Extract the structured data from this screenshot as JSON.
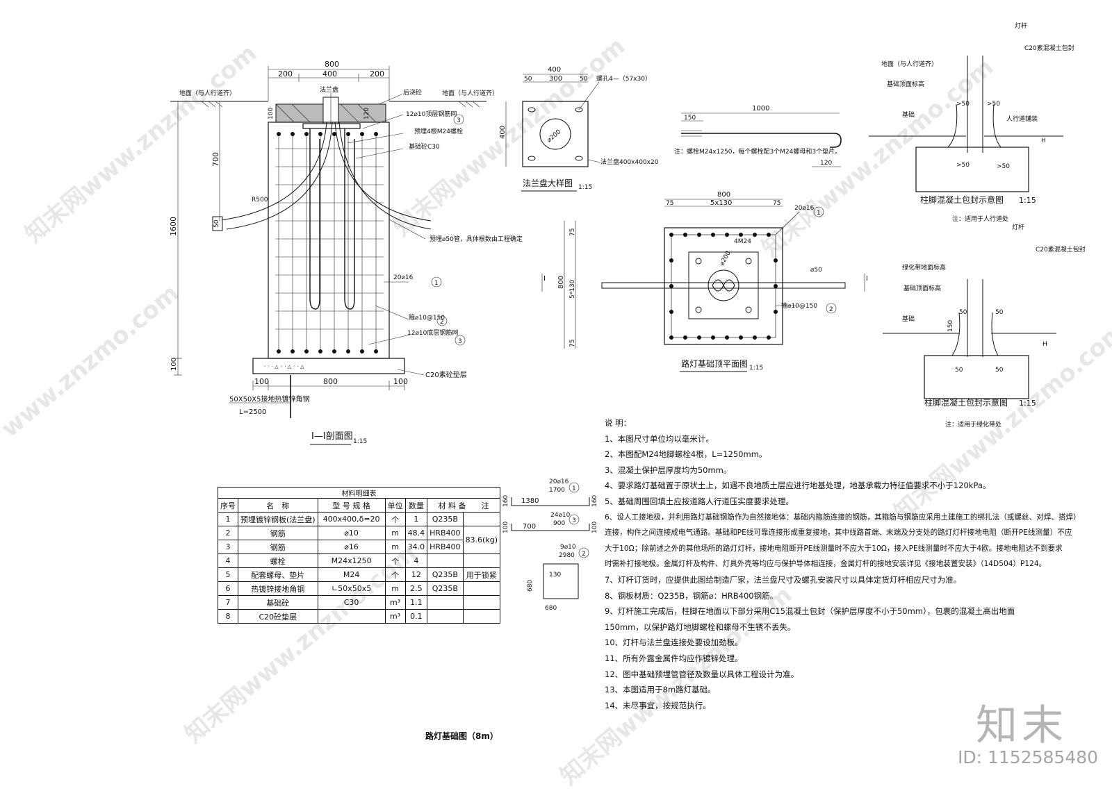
{
  "sheet_title": "路灯基础图（8m）",
  "section": {
    "title": "I—I剖面图",
    "scale": "1:15",
    "dims": {
      "top_total": "800",
      "top_left": "200",
      "top_mid": "400",
      "top_right": "200",
      "bottom_left": "100",
      "bottom_mid": "800",
      "bottom_right": "100",
      "height_total": "1600",
      "h_700": "700",
      "h_50": "50",
      "h_100_bottom": "100",
      "h_100_top": "100",
      "h_120": "120",
      "radius": "R500"
    },
    "labels": {
      "ground_left": "地面（与人行道齐）",
      "ground_right": "地面（与人行道齐）",
      "flange": "法兰盘",
      "post_pour": "后浇砼",
      "top_mesh": "12⌀10顶层钢筋网",
      "bolts": "预埋4根M24螺栓",
      "concrete": "基础砼C30",
      "pipe": "预埋⌀50管，具体根数由工程确定",
      "main_bar": "20⌀16",
      "stirrup": "箍⌀10@150",
      "bottom_mesh": "12⌀10底层钢筋网",
      "cushion": "C20素砼垫层",
      "angle_steel": "50X50X5接地热镀锌角钢",
      "angle_len": "L=2500"
    }
  },
  "flange_detail": {
    "title": "法兰盘大样图",
    "scale": "1:15",
    "dims": {
      "w": "400",
      "a": "50",
      "b": "300",
      "c": "50",
      "h": "400"
    },
    "hole_dia": "⌀200",
    "hole_label": "螺孔4—（57x30）",
    "plate_label": "法兰盘400x400x20"
  },
  "bolt_detail": {
    "len": "1000",
    "thread": "150",
    "hook": "120",
    "note": "注：螺栓M24x1250，每个螺栓配3个M24螺母和3个垫片。"
  },
  "plan": {
    "title": "路灯基础顶平面图",
    "scale": "1:15",
    "dims": {
      "w": "800",
      "a": "75",
      "mid": "5x130",
      "b": "75",
      "left_75_top": "75",
      "left_mid": "5*130",
      "left_75_bot": "75",
      "left_total": "800"
    },
    "labels": {
      "bar": "20⌀16",
      "bolts": "4M24",
      "hole": "⌀200",
      "pipe": "⌀50",
      "stirrup": "箍⌀10@150",
      "cut": "I"
    }
  },
  "collar_a": {
    "lamp": "灯杆",
    "wrap": "C20素混凝土包封",
    "ground": "地面（与人行道齐）",
    "base_top": "基础顶面标高",
    "base": "基础",
    "paving": "人行道铺装",
    "gt50": ">50",
    "h": "H",
    "title": "柱脚混凝土包封示意图",
    "scale": "1:15",
    "note": "注：适用于人行道处"
  },
  "collar_b": {
    "lamp": "灯杆",
    "wrap": "C20素混凝土包封",
    "ground": "绿化带地面标高",
    "base_top": "基础顶面标高",
    "base": "基础",
    "d50": "50",
    "d150": "150",
    "h": "H",
    "title": "柱脚混凝土包封示意图",
    "scale": "1:15",
    "note": "注：适用于绿化带处"
  },
  "rebar_shapes": [
    {
      "mark": "20⌀16",
      "len": "1700",
      "side": "1380",
      "h": "160",
      "no": "1"
    },
    {
      "mark": "24⌀10",
      "len": "900",
      "side": "700",
      "h": "100",
      "no": "3"
    },
    {
      "mark": "9⌀10",
      "len": "2980",
      "side": "130",
      "h": "680",
      "w": "680",
      "no": "2"
    }
  ],
  "table": {
    "caption": "材料明细表",
    "headers": [
      "序号",
      "名　称",
      "型 号 规 格",
      "单位",
      "数量",
      "材 料 备　　注"
    ],
    "rows": [
      [
        "1",
        "预埋镀锌钢板(法兰盘)",
        "400x400,δ=20",
        "个",
        "1",
        "Q235B",
        ""
      ],
      [
        "2",
        "钢筋",
        "⌀10",
        "m",
        "48.4",
        "HRB400",
        "83.6(kg)"
      ],
      [
        "3",
        "钢筋",
        "⌀16",
        "m",
        "34.0",
        "HRB400",
        ""
      ],
      [
        "4",
        "螺栓",
        "M24x1250",
        "个",
        "4",
        "",
        ""
      ],
      [
        "5",
        "配套螺母、垫片",
        "M24",
        "个",
        "12",
        "Q235B",
        "用于锁紧"
      ],
      [
        "6",
        "热镀锌接地角钢",
        "∟50x50x5",
        "m",
        "2.5",
        "Q235B",
        ""
      ],
      [
        "7",
        "基础砼",
        "C30",
        "m³",
        "1.1",
        "",
        ""
      ],
      [
        "8",
        "C20砼垫层",
        "",
        "m³",
        "0.1",
        "",
        ""
      ]
    ]
  },
  "notes": {
    "heading": "说 明：",
    "items": [
      "1、本图尺寸单位均以毫米计。",
      "2、本图配M24地脚螺栓4根，L=1250mm。",
      "3、混凝土保护层厚度均为50mm。",
      "4、要求路灯基础置于原状土上，如遇不良地质土层应进行地基处理，地基承载力特征值要求不小于120kPa。",
      "5、基础周围回填土应按道路人行道压实度要求处理。",
      "6、设人工接地极，并利用路灯基础钢筋作为自然接地体：基础内箍筋连接的钢筋，其箍筋与钢筋应采用土建施工的绑扎法（或螺丝、对焊、搭焊）",
      "连接，构件之间连接成电气通路。基础和PE线可靠连接形成重复接地，其中线路首端、末端及分支处的路灯灯杆接地电阻（断开PE线测量）不应",
      "大于10Ω；除前述之外的其他场所的路灯灯杆，接地电阻断开PE线测量时不应大于10Ω，接入PE线测量时不应大于4欧。接地电阻达不到要求",
      "时需补打接地极。金属灯杆及构件、灯具外壳等均应与保护导体相连接，金属灯杆的接地安装详见《接地装置安装》（14D504）P124。",
      "7、灯杆订货时，应提供此图给制造厂家，法兰盘尺寸及螺孔安装尺寸以具体定货灯杆相应尺寸为准。",
      "8、钢板材质：Q235B，钢筋⌀：HRB400钢筋。",
      "9、灯杆施工完成后，柱脚在地面以下部分采用C15混凝土包封（保护层厚度不小于50mm），包裹的混凝土高出地面",
      "150mm，以保护路灯地脚螺栓和螺母不生锈不丢失。",
      "10、灯杆与法兰盘连接处要设加劲板。",
      "11、所有外露金属件均应作镀锌处理。",
      "12、图中基础预埋管管径及数量以具体工程设计为准。",
      "13、本图适用于8m路灯基础。",
      "14、未尽事宜，按规范执行。"
    ]
  },
  "watermark": {
    "site": "www.znzmo.com",
    "brand": "知末网",
    "logo": "知末",
    "id": "ID: 1152585480"
  }
}
